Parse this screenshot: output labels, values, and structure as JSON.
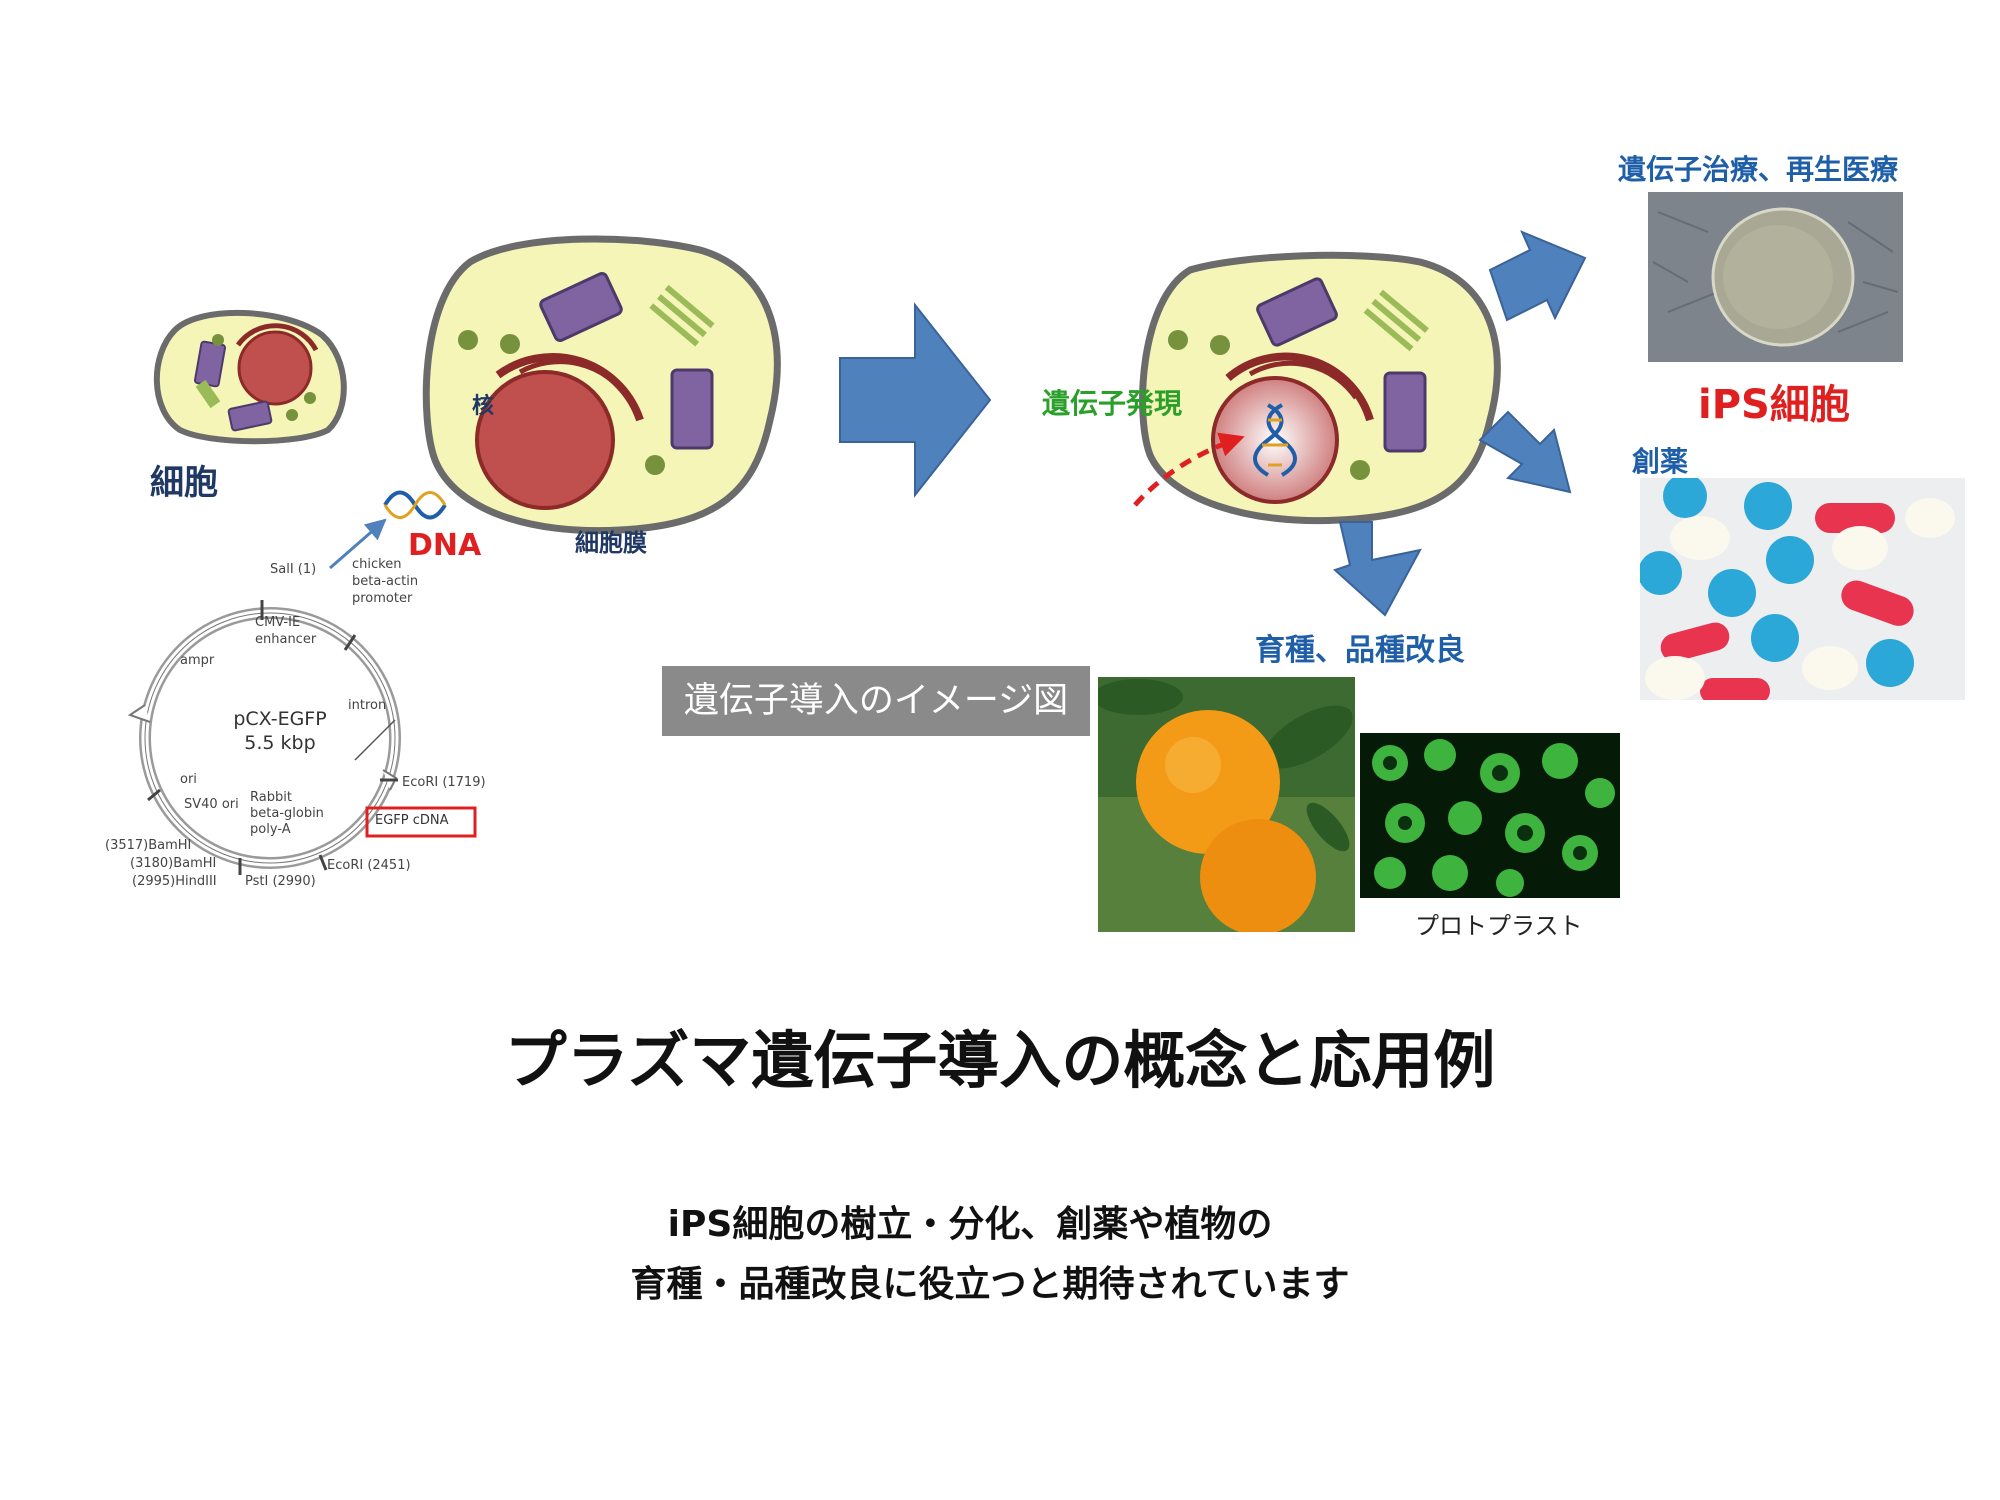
{
  "labels": {
    "cell": "細胞",
    "nucleus": "核",
    "dna": "DNA",
    "membrane": "細胞膜",
    "gene_expression": "遺伝子発現",
    "gene_therapy": "遺伝子治療、再生医療",
    "ips": "iPS細胞",
    "drug": "創薬",
    "breeding": "育種、品種改良",
    "protoplast": "プロトプラスト",
    "image_caption": "遺伝子導入のイメージ図"
  },
  "plasmid": {
    "name": "pCX-EGFP",
    "size": "5.5 kbp",
    "sites": {
      "sall": "SalI (1)",
      "chicken": "chicken",
      "beta_actin": "beta-actin",
      "promoter": "promoter",
      "cmv": "CMV-IE",
      "enhancer": "enhancer",
      "amp": "ampr",
      "intron": "intron",
      "ecori1": "EcoRI (1719)",
      "ori": "ori",
      "sv40": "SV40 ori",
      "rabbit": "Rabbit",
      "beta_globin": "beta-globin",
      "polya": "poly-A",
      "egfp": "EGFP cDNA",
      "bamhi1": "(3517)BamHI",
      "bamhi2": "(3180)BamHI",
      "hindiii": "(2995)HindIII",
      "psti": "PstI (2990)",
      "ecori2": "EcoRI (2451)"
    }
  },
  "title": "プラズマ遺伝子導入の概念と応用例",
  "subtitle": {
    "line1": "iPS細胞の樹立・分化、創薬や植物の",
    "line2": "育種・品種改良に役立つと期待されています"
  },
  "colors": {
    "cell_fill": "#f5f5b8",
    "cell_stroke": "#6b6b6b",
    "nucleus": "#c0504d",
    "arrow": "#4f81bd",
    "blue_text": "#1f5fa8",
    "red_text": "#e02020",
    "green_text": "#2aa02a"
  }
}
